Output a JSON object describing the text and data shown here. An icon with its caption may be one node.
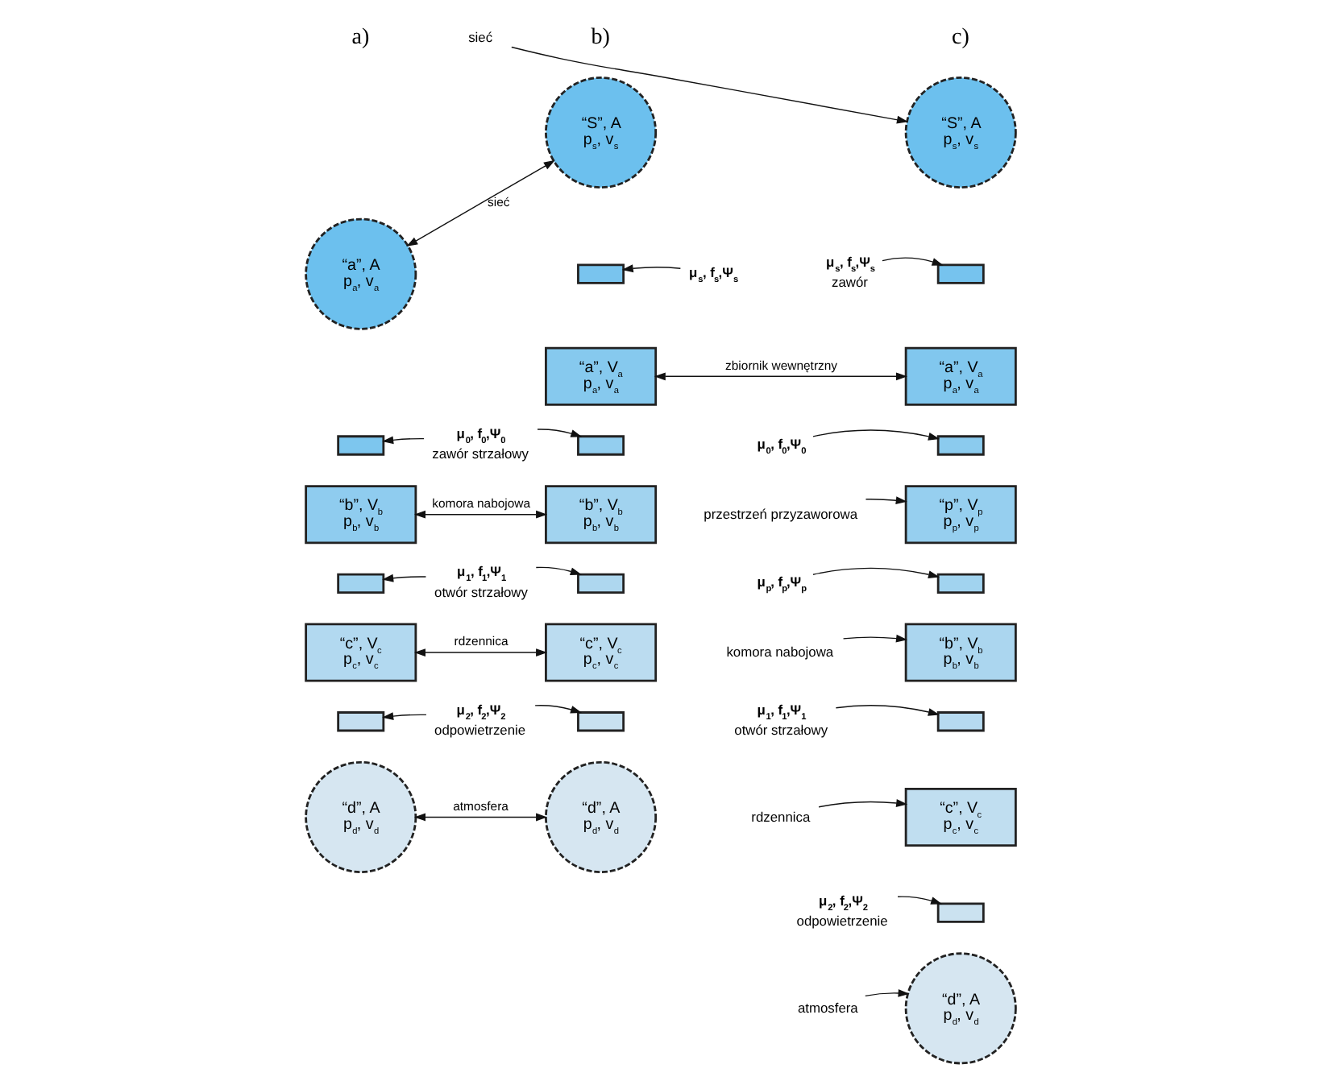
{
  "diagram": {
    "nodes": [
      {
        "text": [
          "“a”, A",
          "p$_{a}$, v$_{a}$"
        ]
      },
      {
        "text": [],
        "shape": "bar"
      },
      {
        "text": [
          "“b”, V$_{b}$",
          "p$_{b}$, v$_{b}$"
        ]
      },
      {
        "text": [],
        "shape": "bar"
      },
      {
        "text": [
          "“c”, V$_{c}$",
          "p$_{c}$, v$_{c}$"
        ]
      },
      {
        "text": [],
        "shape": "bar"
      },
      {
        "text": [
          "“d”, A",
          "p$_{d}$, v$_{d}$"
        ]
      },
      {
        "text": [
          "“S”, A",
          "p$_{s}$, v$_{s}$"
        ]
      },
      {
        "text": [],
        "shape": "bar"
      },
      {
        "text": [
          "“a”, V$_{a}$",
          "p$_{a}$, v$_{a}$"
        ]
      },
      {
        "text": [],
        "shape": "bar"
      },
      {
        "text": [
          "“b”, V$_{b}$",
          "p$_{b}$, v$_{b}$"
        ]
      },
      {
        "text": [],
        "shape": "bar"
      },
      {
        "text": [
          "“c”, V$_{c}$",
          "p$_{c}$, v$_{c}$"
        ]
      },
      {
        "text": [],
        "shape": "bar"
      },
      {
        "text": [
          "“d”, A",
          "p$_{d}$, v$_{d}$"
        ]
      },
      {
        "text": [
          "“S”, A",
          "p$_{s}$, v$_{s}$"
        ]
      },
      {
        "text": [],
        "shape": "bar"
      },
      {
        "text": [
          "“a”, V$_{a}$",
          "p$_{a}$, v$_{a}$"
        ]
      },
      {
        "text": [],
        "shape": "bar"
      },
      {
        "text": [
          "“p”, V$_{p}$",
          "p$_{p}$, v$_{p}$"
        ]
      },
      {
        "text": [],
        "shape": "bar"
      },
      {
        "text": [
          "“b”, V$_{b}$",
          "p$_{b}$, v$_{b}$"
        ]
      },
      {
        "text": [],
        "shape": "bar"
      },
      {
        "text": [
          "“c”, V$_{c}$",
          "p$_{c}$, v$_{c}$"
        ]
      },
      {
        "text": [],
        "shape": "bar"
      },
      {
        "text": [
          "“d”, A",
          "p$_{d}$, v$_{d}$"
        ]
      },
      {
        "text": [
          "μ$_{0}$, f$_{0}$,Ψ$_{0}$",
          "zawór strzałowy"
        ]
      },
      {
        "text": [
          "μ$_{1}$, f$_{1}$,Ψ$_{1}$",
          "otwór strzałowy"
        ]
      },
      {
        "text": [
          "μ$_{2}$, f$_{2}$,Ψ$_{2}$",
          "odpowietrzenie"
        ]
      },
      {
        "text": [
          "μ$_{s}$, f$_{s}$,Ψ$_{s}$"
        ]
      },
      {
        "text": [
          "sieć"
        ]
      },
      {
        "text": [
          "μ$_{s}$, f$_{s}$,Ψ$_{s}$",
          "zawór"
        ]
      },
      {
        "text": [
          "μ$_{0}$, f$_{0}$,Ψ$_{0}$"
        ]
      },
      {
        "text": [
          "przestrzeń przyzaworowa"
        ]
      },
      {
        "text": [
          "μ$_{p}$, f$_{p}$,Ψ$_{p}$"
        ]
      },
      {
        "text": [
          "komora nabojowa"
        ]
      },
      {
        "text": [
          "μ$_{1}$, f$_{1}$,Ψ$_{1}$",
          "otwór strzałowy"
        ]
      },
      {
        "text": [
          "rdzennica"
        ]
      },
      {
        "text": [
          "μ$_{2}$, f$_{2}$,Ψ$_{2}$",
          "odpowietrzenie"
        ]
      },
      {
        "text": [
          "atmosfera"
        ]
      }
    ],
    "edges": [
      {
        "from": 0,
        "to": 7,
        "arrow": "both",
        "label": "sieć"
      },
      {
        "from": 27,
        "to": 1,
        "arrow": "to"
      },
      {
        "from": 27,
        "to": 10,
        "arrow": "to"
      },
      {
        "from": 2,
        "to": 11,
        "arrow": "both",
        "label": "komora nabojowa"
      },
      {
        "from": 28,
        "to": 3,
        "arrow": "to"
      },
      {
        "from": 28,
        "to": 12,
        "arrow": "to"
      },
      {
        "from": 4,
        "to": 13,
        "arrow": "both",
        "label": "rdzennica"
      },
      {
        "from": 29,
        "to": 5,
        "arrow": "to"
      },
      {
        "from": 29,
        "to": 14,
        "arrow": "to"
      },
      {
        "from": 6,
        "to": 15,
        "arrow": "both",
        "label": "atmosfera"
      },
      {
        "from": 30,
        "to": 8,
        "arrow": "to"
      },
      {
        "from": 9,
        "to": 18,
        "arrow": "both",
        "label": "zbiornik wewnętrzny"
      },
      {
        "from": 31,
        "to": 16,
        "arrow": "to"
      },
      {
        "from": 32,
        "to": 17,
        "arrow": "to"
      },
      {
        "from": 33,
        "to": 19,
        "arrow": "to"
      },
      {
        "from": 34,
        "to": 20,
        "arrow": "to"
      },
      {
        "from": 35,
        "to": 21,
        "arrow": "to"
      },
      {
        "from": 36,
        "to": 22,
        "arrow": "to"
      },
      {
        "from": 37,
        "to": 23,
        "arrow": "to"
      },
      {
        "from": 38,
        "to": 24,
        "arrow": "to"
      },
      {
        "from": 39,
        "to": 25,
        "arrow": "to"
      },
      {
        "from": 40,
        "to": 26,
        "arrow": "to"
      }
    ],
    "labels": [
      "a)",
      "b)",
      "c)"
    ]
  }
}
